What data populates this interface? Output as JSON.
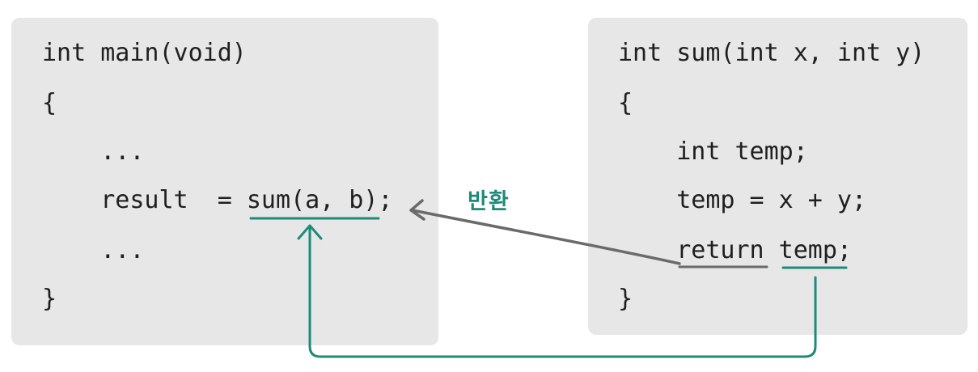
{
  "main_function": {
    "lines": [
      "int main(void)",
      "{",
      "    ...",
      "    result  = sum(a, b);",
      "    ...",
      "}"
    ]
  },
  "sum_function": {
    "lines": [
      "int sum(int x, int y)",
      "{",
      "    int temp;",
      "    temp = x + y;",
      "    return temp;",
      "}"
    ]
  },
  "annotation": {
    "return_label": "반환"
  },
  "colors": {
    "panel_bg": "#e7e7e8",
    "teal": "#1e8a78",
    "gray_arrow": "#6a6a6a",
    "code_text": "#1f1f1f"
  }
}
